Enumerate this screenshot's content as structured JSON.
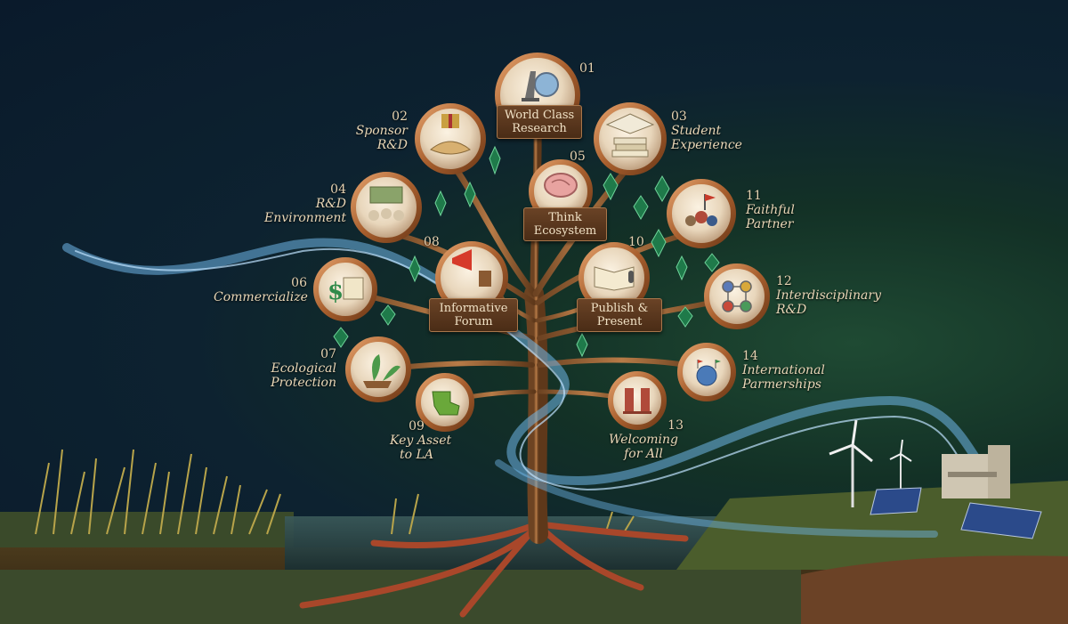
{
  "nodes": [
    {
      "id": "01",
      "number": "01",
      "label": "World Class Research",
      "icon": "microscope-globe-icon"
    },
    {
      "id": "02",
      "number": "02",
      "label": "Sponsor R&D",
      "icon": "handshake-gift-icon"
    },
    {
      "id": "03",
      "number": "03",
      "label": "Student Experience",
      "icon": "graduation-cap-books-icon"
    },
    {
      "id": "04",
      "number": "04",
      "label": "R&D Environment",
      "icon": "team-meeting-icon"
    },
    {
      "id": "05",
      "number": "05",
      "label": "Think Ecosystem",
      "icon": "brain-icon"
    },
    {
      "id": "06",
      "number": "06",
      "label": "Commercialize",
      "icon": "dollar-book-icon"
    },
    {
      "id": "07",
      "number": "07",
      "label": "Ecological Protection",
      "icon": "sprout-shield-icon"
    },
    {
      "id": "08",
      "number": "08",
      "label": "Informative Forum",
      "icon": "megaphone-podium-icon"
    },
    {
      "id": "09",
      "number": "09",
      "label": "Key Asset to LA",
      "icon": "louisiana-map-icon"
    },
    {
      "id": "10",
      "number": "10",
      "label": "Publish & Present",
      "icon": "open-book-microphone-icon"
    },
    {
      "id": "11",
      "number": "11",
      "label": "Faithful Partner",
      "icon": "people-flag-icon"
    },
    {
      "id": "12",
      "number": "12",
      "label": "Interdisciplinary R&D",
      "icon": "network-nodes-icon"
    },
    {
      "id": "13",
      "number": "13",
      "label": "Welcoming for All",
      "icon": "open-doors-icon"
    },
    {
      "id": "14",
      "number": "14",
      "label": "International Parmerships",
      "icon": "globe-flags-icon"
    }
  ],
  "labels": {
    "n01": {
      "num": "01"
    },
    "n02": {
      "num": "02",
      "l1": "Sponsor",
      "l2": "R&D"
    },
    "n03": {
      "num": "03",
      "l1": "Student",
      "l2": "Experience"
    },
    "n04": {
      "num": "04",
      "l1": "R&D",
      "l2": "Environment"
    },
    "n05": {
      "num": "05"
    },
    "n06": {
      "num": "06",
      "l1": "Commercialize"
    },
    "n07": {
      "num": "07",
      "l1": "Ecological",
      "l2": "Protection"
    },
    "n08": {
      "num": "08"
    },
    "n09": {
      "num": "09",
      "l1": "Key Asset",
      "l2": "to LA"
    },
    "n10": {
      "num": "10"
    },
    "n11": {
      "num": "11",
      "l1": "Faithful",
      "l2": "Partner"
    },
    "n12": {
      "num": "12",
      "l1": "Interdisciplinary",
      "l2": "R&D"
    },
    "n13": {
      "num": "13",
      "l1": "Welcoming",
      "l2": "for All"
    },
    "n14": {
      "num": "14",
      "l1": "International",
      "l2": "Parmerships"
    }
  },
  "plaques": {
    "p01": {
      "l1": "World Class",
      "l2": "Research"
    },
    "p05": {
      "l1": "Think",
      "l2": "Ecosystem"
    },
    "p08": {
      "l1": "Informative",
      "l2": "Forum"
    },
    "p10": {
      "l1": "Publish &",
      "l2": "Present"
    }
  },
  "colors": {
    "copper": "#b87333",
    "trunk": "#8a5a32",
    "root": "#a44a2c",
    "stream": "#6fb6e8",
    "gem": "#1f7a4a",
    "text": "#e9d7b7",
    "background": "#0c1f2d"
  }
}
